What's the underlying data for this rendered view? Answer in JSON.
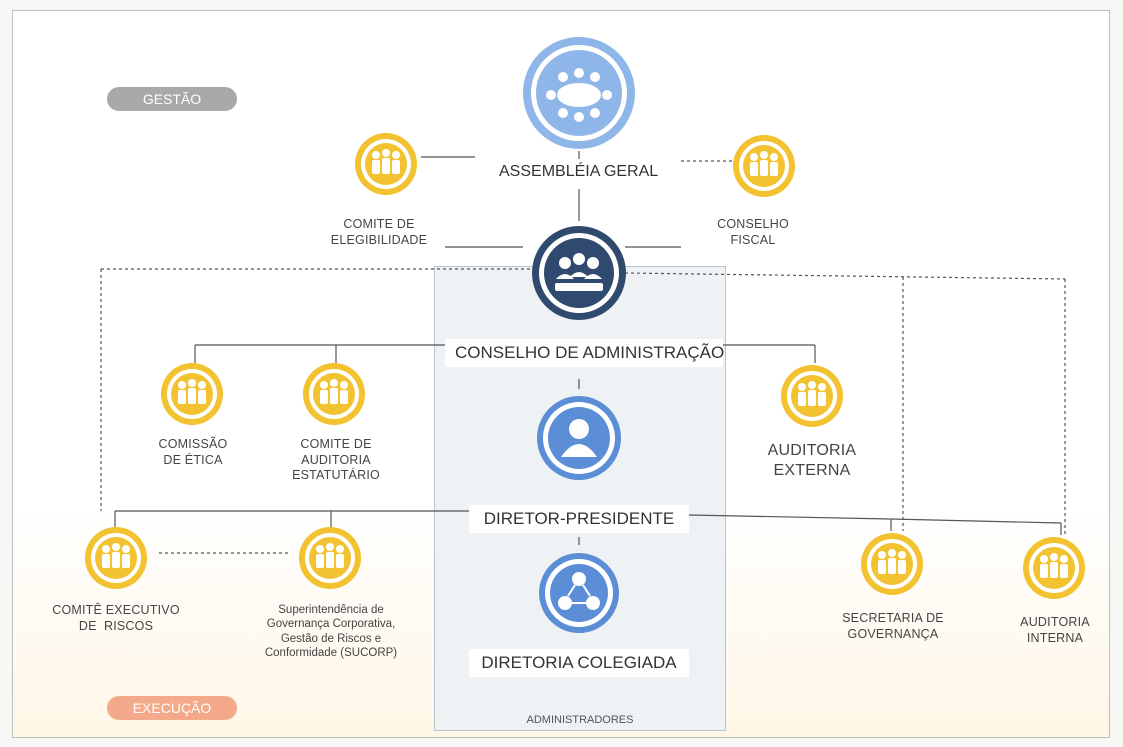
{
  "sections": {
    "gestao": "GESTÃO",
    "execucao": "EXECUÇÃO"
  },
  "main_nodes": {
    "assembleia": "ASSEMBLÉIA GERAL",
    "conselho_admin": "CONSELHO DE ADMINISTRAÇÃO",
    "diretor_presidente": "DIRETOR-PRESIDENTE",
    "diretoria_colegiada": "DIRETORIA COLEGIADA"
  },
  "administradores_label": "ADMINISTRADORES",
  "committees": {
    "comite_elegibilidade": [
      "COMITE DE",
      "ELEGIBILIDADE"
    ],
    "conselho_fiscal": [
      "CONSELHO",
      "FISCAL"
    ],
    "comissao_etica": [
      "COMISSÃO",
      "DE ÉTICA"
    ],
    "comite_auditoria": [
      "COMITE DE",
      "AUDITORIA",
      "ESTATUTÁRIO"
    ],
    "auditoria_externa": [
      "AUDITORIA",
      "EXTERNA"
    ],
    "comite_riscos": [
      "COMITÊ EXECUTIVO",
      "DE  RISCOS"
    ],
    "sucorp": [
      "Superintendência de",
      "Governança Corporativa,",
      "Gestão de Riscos e",
      "Conformidade (SUCORP)"
    ],
    "secretaria": [
      "SECRETARIA DE",
      "GOVERNANÇA"
    ],
    "auditoria_interna": [
      "AUDITORIA",
      "INTERNA"
    ]
  },
  "colors": {
    "blue": "#5b8ed6",
    "blue_light": "#8fb6e8",
    "navy": "#2f4a6e",
    "yellow": "#f2c230",
    "gray_pill": "#a9a9a9",
    "orange_pill": "#f4a98a"
  },
  "icons": {
    "assembly": "meeting-table-icon",
    "board": "board-group-icon",
    "president": "person-icon",
    "directorate": "network-people-icon",
    "committee": "people-group-icon"
  }
}
